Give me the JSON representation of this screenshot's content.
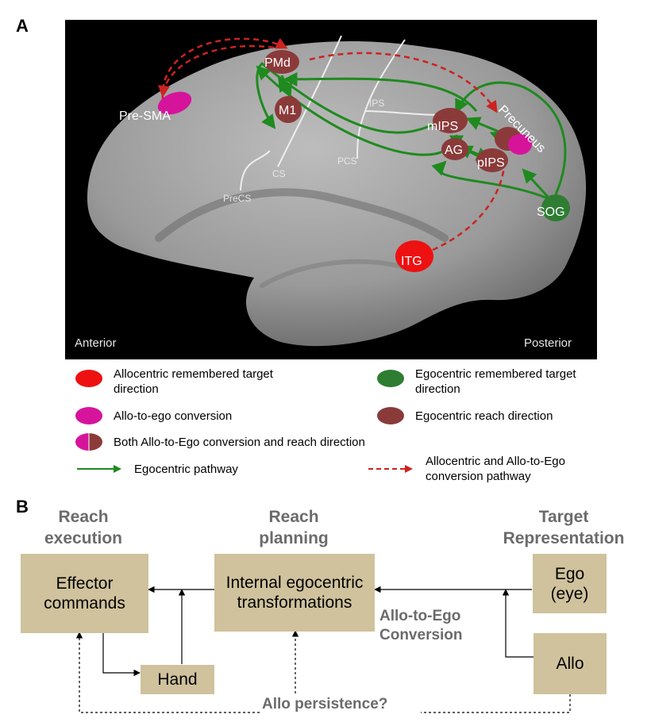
{
  "panel_a": {
    "letter": "A",
    "orientation": {
      "anterior": "Anterior",
      "posterior": "Posterior"
    },
    "sulci": {
      "ips": "IPS",
      "cs": "CS",
      "pcs": "PCS",
      "precs": "PreCS"
    },
    "regions": {
      "pmd": "PMd",
      "m1": "M1",
      "pre_sma": "Pre-SMA",
      "mips": "mIPS",
      "ag": "AG",
      "pips": "pIPS",
      "precuneus": "Precuneus",
      "sog": "SOG",
      "itg": "ITG"
    },
    "legend": {
      "allocentric": "Allocentric remembered target direction",
      "egocentric_target": "Egocentric remembered target direction",
      "allo_to_ego": "Allo-to-ego conversion",
      "ego_reach": "Egocentric reach direction",
      "both": "Both Allo-to-Ego conversion and reach direction",
      "ego_pathway": "Egocentric pathway",
      "allo_pathway": "Allocentric and Allo-to-Ego conversion pathway"
    },
    "colors": {
      "allocentric": "#ee1111",
      "egocentric": "#2e7d32",
      "allo_to_ego": "#d6149b",
      "reach": "#8b3a3a",
      "ego_path": "#1f8a1f",
      "allo_path": "#cc2222"
    }
  },
  "panel_b": {
    "letter": "B",
    "stages": {
      "execution": "Reach execution",
      "planning": "Reach planning",
      "target": "Target Representation"
    },
    "boxes": {
      "effector": "Effector commands",
      "internal": "Internal egocentric transformations",
      "ego": "Ego (eye)",
      "allo": "Allo",
      "hand": "Hand"
    },
    "notes": {
      "conversion": "Allo-to-Ego Conversion",
      "persistence": "Allo persistence?"
    }
  }
}
